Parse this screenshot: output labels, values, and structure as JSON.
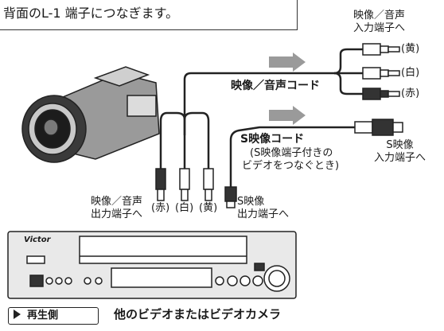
{
  "caption": "背面のL-1 端子につなぎます。",
  "labels": {
    "av_input": [
      "映像／音声",
      "入力端子へ"
    ],
    "yellow": "(黄)",
    "white": "(白)",
    "red": "(赤)",
    "av_cord": "映像／音声コード",
    "s_cord": "S映像コード",
    "s_cord_note": [
      "(S映像端子付きの",
      "ビデオをつなぐとき)"
    ],
    "s_input": [
      "S映像",
      "入力端子へ"
    ],
    "av_output": [
      "映像／音声",
      "出力端子へ"
    ],
    "plug_colors": [
      "(赤)",
      "(白)",
      "(黄)"
    ],
    "s_output": [
      "S映像",
      "出力端子へ"
    ]
  },
  "vcr": {
    "brand": "Victor"
  },
  "badge": {
    "label": "再生側"
  },
  "footer": "他のビデオまたはビデオカメラ",
  "colors": {
    "arrow": "#9a9a9a",
    "line": "#222222"
  }
}
